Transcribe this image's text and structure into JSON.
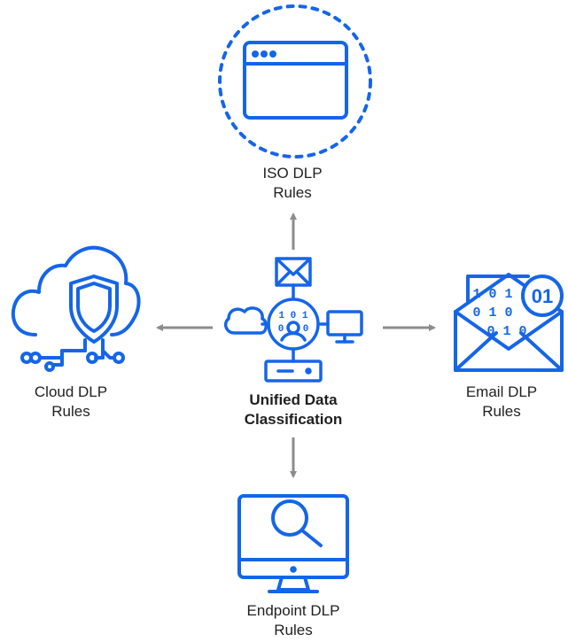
{
  "center": {
    "line1": "Unified Data",
    "line2": "Classification"
  },
  "nodes": {
    "iso": {
      "line1": "ISO DLP",
      "line2": "Rules",
      "icon": "browser-window-icon"
    },
    "cloud": {
      "line1": "Cloud DLP",
      "line2": "Rules",
      "icon": "cloud-shield-icon"
    },
    "email": {
      "line1": "Email DLP",
      "line2": "Rules",
      "icon": "envelope-binary-icon"
    },
    "endpoint": {
      "line1": "Endpoint DLP",
      "line2": "Rules",
      "icon": "monitor-search-icon"
    }
  },
  "email_icon_text": {
    "row1": "1 0 1",
    "row2": "0 1 0",
    "row3": "0 1 0",
    "badge": "01"
  },
  "hub_icon_text": {
    "row1": "1 0 1",
    "row2": "0"
  },
  "colors": {
    "icon_blue": "#1565e8",
    "arrow_gray": "#8c8c8c",
    "text": "#1f1f1f"
  }
}
